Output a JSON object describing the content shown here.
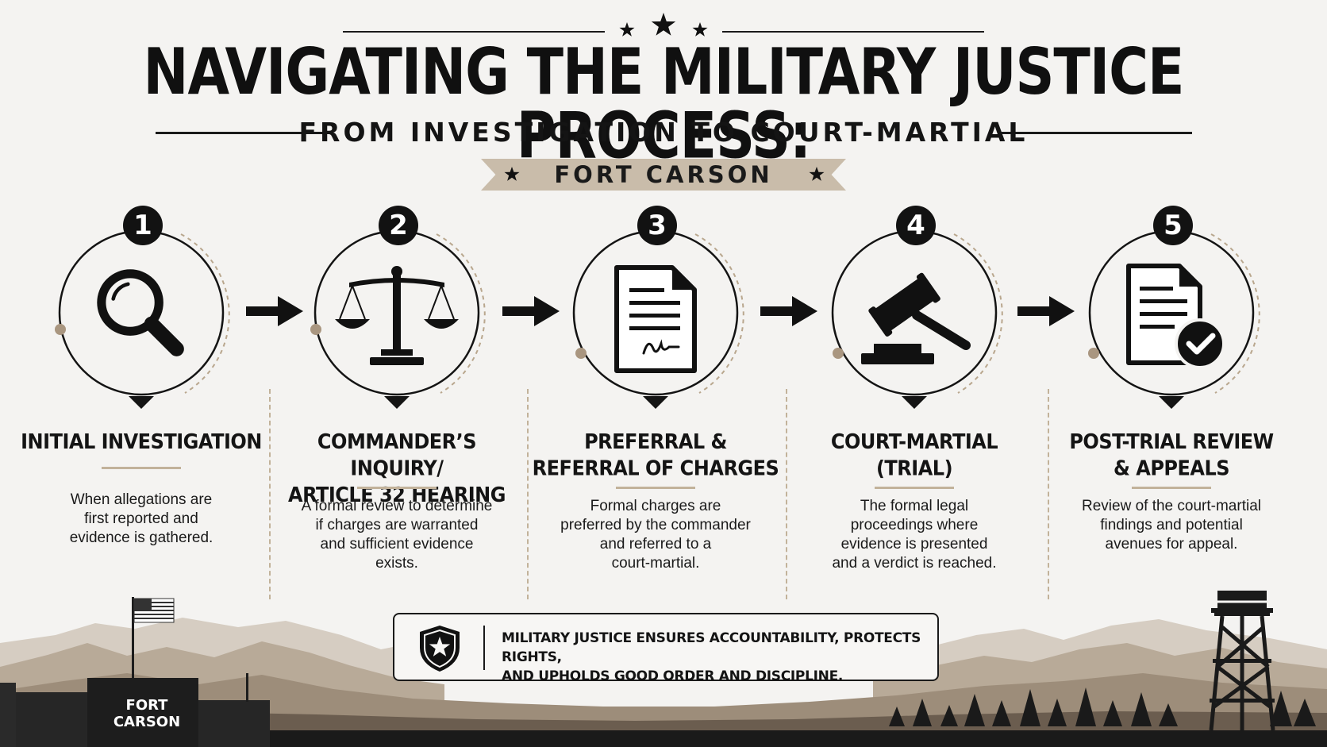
{
  "header": {
    "title": "NAVIGATING THE MILITARY JUSTICE PROCESS:",
    "subtitle": "FROM INVESTIGATION TO COURT-MARTIAL",
    "location_banner": "FORT CARSON"
  },
  "steps": [
    {
      "number": "1",
      "title": "INITIAL INVESTIGATION",
      "description": "When allegations are\nfirst reported and\nevidence is gathered.",
      "icon": "magnifying-glass-icon"
    },
    {
      "number": "2",
      "title": "COMMANDER’S INQUIRY/\nARTICLE 32 HEARING",
      "description": "A formal review to determine\nif charges are warranted\nand sufficient evidence\nexists.",
      "icon": "scales-of-justice-icon"
    },
    {
      "number": "3",
      "title": "PREFERRAL &\nREFERRAL OF CHARGES",
      "description": "Formal charges are\npreferred by the commander\nand referred to a\ncourt-martial.",
      "icon": "signed-document-icon"
    },
    {
      "number": "4",
      "title": "COURT-MARTIAL\n(TRIAL)",
      "description": "The formal legal\nproceedings where\nevidence is presented\nand a verdict is reached.",
      "icon": "gavel-icon"
    },
    {
      "number": "5",
      "title": "POST-TRIAL REVIEW\n& APPEALS",
      "description": "Review of the court-martial\nfindings and potential\navenues for appeal.",
      "icon": "document-checkmark-icon"
    }
  ],
  "footer": {
    "message": "MILITARY JUSTICE ENSURES ACCOUNTABILITY, PROTECTS RIGHTS,\nAND UPHOLDS GOOD ORDER AND DISCIPLINE.",
    "building_sign": "FORT CARSON"
  },
  "colors": {
    "ink": "#141414",
    "accent_tan": "#c2b29a",
    "banner_tan": "#c9bcaa",
    "background": "#f4f3f1"
  }
}
